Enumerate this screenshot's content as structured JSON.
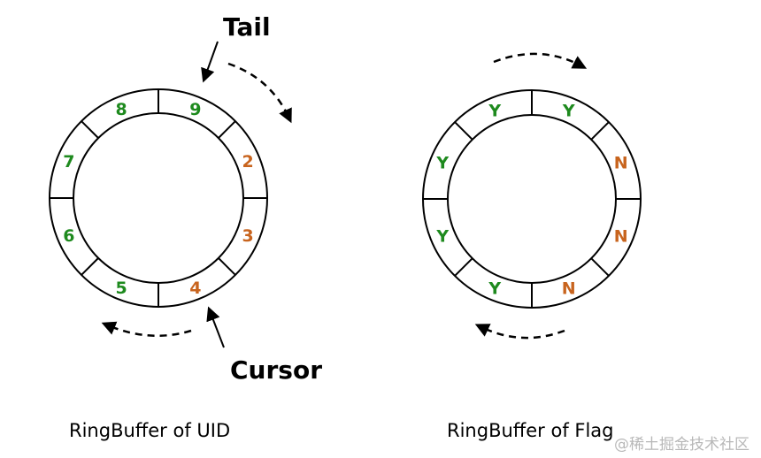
{
  "colors": {
    "green": "#1e8a1e",
    "orange": "#c8641e",
    "line": "#000000",
    "watermark": "#b8b8b8"
  },
  "rings": [
    {
      "id": "uid",
      "caption": "RingBuffer of UID",
      "segments": [
        {
          "position": "top-left",
          "label": "8",
          "state": "green"
        },
        {
          "position": "top-right",
          "label": "9",
          "state": "green"
        },
        {
          "position": "right-upper",
          "label": "2",
          "state": "orange"
        },
        {
          "position": "right-lower",
          "label": "3",
          "state": "orange"
        },
        {
          "position": "bottom-right",
          "label": "4",
          "state": "orange"
        },
        {
          "position": "bottom-left",
          "label": "5",
          "state": "green"
        },
        {
          "position": "left-lower",
          "label": "6",
          "state": "green"
        },
        {
          "position": "left-upper",
          "label": "7",
          "state": "green"
        }
      ],
      "pointers": [
        {
          "name": "tail",
          "label": "Tail"
        },
        {
          "name": "cursor",
          "label": "Cursor"
        }
      ],
      "rotation_arrows": [
        "clockwise-top-right",
        "clockwise-bottom-left"
      ]
    },
    {
      "id": "flag",
      "caption": "RingBuffer of Flag",
      "segments": [
        {
          "position": "top-left",
          "label": "Y",
          "state": "green"
        },
        {
          "position": "top-right",
          "label": "Y",
          "state": "green"
        },
        {
          "position": "right-upper",
          "label": "N",
          "state": "orange"
        },
        {
          "position": "right-lower",
          "label": "N",
          "state": "orange"
        },
        {
          "position": "bottom-right",
          "label": "N",
          "state": "orange"
        },
        {
          "position": "bottom-left",
          "label": "Y",
          "state": "green"
        },
        {
          "position": "left-lower",
          "label": "Y",
          "state": "green"
        },
        {
          "position": "left-upper",
          "label": "Y",
          "state": "green"
        }
      ],
      "rotation_arrows": [
        "clockwise-top",
        "clockwise-bottom-left"
      ]
    }
  ],
  "watermark": "@稀土掘金技术社区"
}
